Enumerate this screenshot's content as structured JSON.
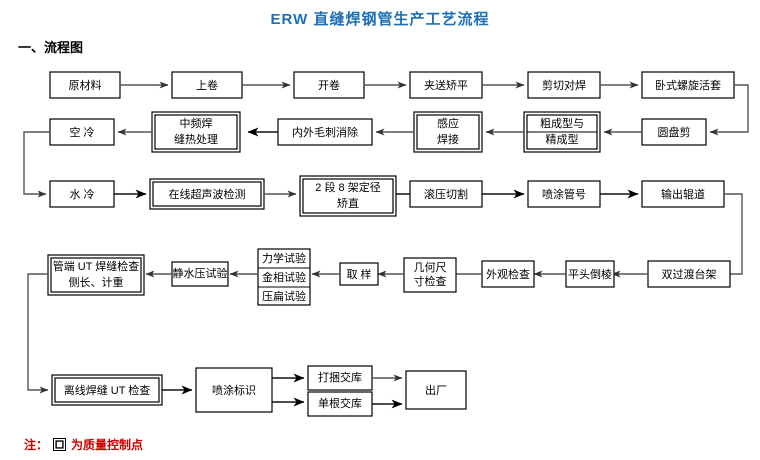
{
  "header": {
    "title": "ERW 直缝焊钢管生产工艺流程",
    "title_color": "#1f6fb4",
    "section_heading": "一、流程图"
  },
  "legend": {
    "prefix": "注：",
    "suffix": "为质量控制点",
    "color": "#cc0000",
    "symbol_name": "double-square"
  },
  "chart_data": {
    "type": "diagram",
    "title": "ERW 直缝焊钢管生产工艺流程",
    "orientation": "serpentine-rows",
    "quality_marker": "double-border",
    "rows": [
      {
        "row": 1,
        "direction": "left-to-right",
        "nodes": [
          {
            "id": "n1",
            "label": "原材料",
            "qc": false
          },
          {
            "id": "n2",
            "label": "上卷",
            "qc": false
          },
          {
            "id": "n3",
            "label": "开卷",
            "qc": false
          },
          {
            "id": "n4",
            "label": "夹送矫平",
            "qc": false
          },
          {
            "id": "n5",
            "label": "剪切对焊",
            "qc": false
          },
          {
            "id": "n6",
            "label": "卧式螺旋活套",
            "qc": false
          }
        ]
      },
      {
        "row": 2,
        "direction": "right-to-left",
        "nodes": [
          {
            "id": "n7",
            "label": "圆盘剪",
            "qc": false
          },
          {
            "id": "n8",
            "label": "粗成型与\n精成型",
            "line1": "粗成型与",
            "line2": "精成型",
            "qc": true
          },
          {
            "id": "n9",
            "label": "感应\n焊接",
            "line1": "感应",
            "line2": "焊接",
            "qc": true
          },
          {
            "id": "n10",
            "label": "内外毛刺消除",
            "qc": false
          },
          {
            "id": "n11",
            "label": "中频焊\n缝热处理",
            "line1": "中频焊",
            "line2": "缝热处理",
            "qc": true
          },
          {
            "id": "n12",
            "label": "空 冷",
            "qc": false
          }
        ]
      },
      {
        "row": 3,
        "direction": "left-to-right",
        "nodes": [
          {
            "id": "n13",
            "label": "水 冷",
            "qc": false
          },
          {
            "id": "n14",
            "label": "在线超声波检测",
            "qc": true
          },
          {
            "id": "n15",
            "label": "2 段 8 架定径\n矫直",
            "line1": "2 段 8 架定径",
            "line2": "矫直",
            "qc": true
          },
          {
            "id": "n16",
            "label": "滚压切割",
            "qc": false
          },
          {
            "id": "n17",
            "label": "喷涂管号",
            "qc": false
          },
          {
            "id": "n18",
            "label": "输出辊道",
            "qc": false
          }
        ]
      },
      {
        "row": 4,
        "direction": "right-to-left",
        "nodes": [
          {
            "id": "n19",
            "label": "双过渡台架",
            "qc": false
          },
          {
            "id": "n20",
            "label": "平头倒棱",
            "qc": false
          },
          {
            "id": "n21",
            "label": "外观检查",
            "qc": false
          },
          {
            "id": "n22",
            "label": "几何尺\n寸检查",
            "line1": "几何尺",
            "line2": "寸检查",
            "qc": false
          },
          {
            "id": "n23",
            "label": "取 样",
            "qc": false
          },
          {
            "id": "n24",
            "label": "力学试验/金相试验/压扁试验",
            "cells": [
              "力学试验",
              "金相试验",
              "压扁试验"
            ],
            "qc": false
          },
          {
            "id": "n25",
            "label": "静水压试验",
            "qc": false
          },
          {
            "id": "n26",
            "label": "管端 UT 焊缝检查\n侧长、计重",
            "line1": "管端 UT 焊缝检查",
            "line2": "侧长、计重",
            "qc": true
          }
        ]
      },
      {
        "row": 5,
        "direction": "left-to-right",
        "nodes": [
          {
            "id": "n27",
            "label": "离线焊缝 UT 检查",
            "qc": true
          },
          {
            "id": "n28",
            "label": "喷涂标识",
            "qc": false
          },
          {
            "id": "n29",
            "label": "打捆交库",
            "qc": false
          },
          {
            "id": "n30",
            "label": "单根交库",
            "qc": false
          },
          {
            "id": "n31",
            "label": "出厂",
            "qc": false
          }
        ]
      }
    ],
    "edges": [
      [
        "n1",
        "n2"
      ],
      [
        "n2",
        "n3"
      ],
      [
        "n3",
        "n4"
      ],
      [
        "n4",
        "n5"
      ],
      [
        "n5",
        "n6"
      ],
      [
        "n6",
        "n7"
      ],
      [
        "n7",
        "n8"
      ],
      [
        "n8",
        "n9"
      ],
      [
        "n9",
        "n10"
      ],
      [
        "n10",
        "n11"
      ],
      [
        "n11",
        "n12"
      ],
      [
        "n12",
        "n13"
      ],
      [
        "n13",
        "n14"
      ],
      [
        "n14",
        "n15"
      ],
      [
        "n15",
        "n16"
      ],
      [
        "n16",
        "n17"
      ],
      [
        "n17",
        "n18"
      ],
      [
        "n18",
        "n19"
      ],
      [
        "n19",
        "n20"
      ],
      [
        "n20",
        "n21"
      ],
      [
        "n21",
        "n22"
      ],
      [
        "n22",
        "n23"
      ],
      [
        "n23",
        "n24"
      ],
      [
        "n24",
        "n25"
      ],
      [
        "n25",
        "n26"
      ],
      [
        "n26",
        "n27"
      ],
      [
        "n27",
        "n28"
      ],
      [
        "n28",
        "n29"
      ],
      [
        "n28",
        "n30"
      ],
      [
        "n29",
        "n31"
      ],
      [
        "n30",
        "n31"
      ]
    ]
  }
}
